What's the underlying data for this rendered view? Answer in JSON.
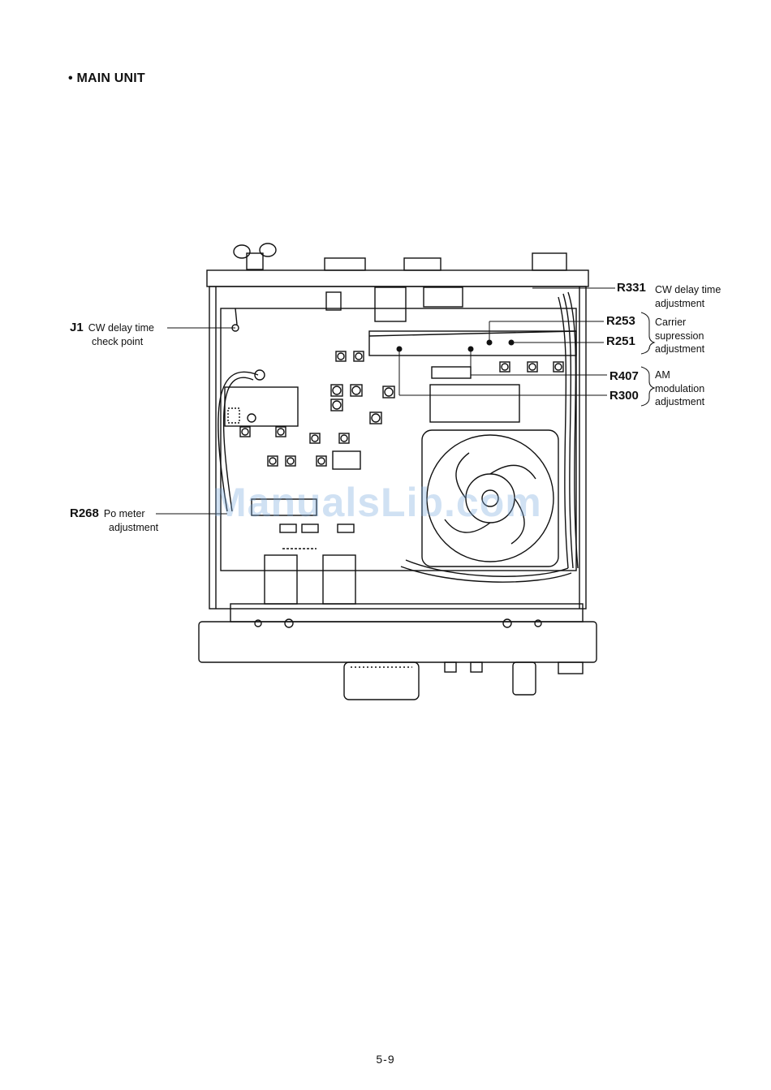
{
  "section_title": "• MAIN UNIT",
  "watermark": "ManualsLib.com",
  "page_number": "5-9",
  "callouts": {
    "j1": {
      "ref": "J1",
      "line1": "CW delay time",
      "line2": "check point"
    },
    "r268": {
      "ref": "R268",
      "line1": "Po meter",
      "line2": "adjustment"
    },
    "r331": {
      "ref": "R331",
      "line1": "CW delay time",
      "line2": "adjustment"
    },
    "r253": {
      "ref": "R253"
    },
    "r251": {
      "ref": "R251"
    },
    "carrier": {
      "line1": "Carrier",
      "line2": "supression",
      "line3": "adjustment"
    },
    "r407": {
      "ref": "R407"
    },
    "r300": {
      "ref": "R300"
    },
    "am": {
      "line1": "AM",
      "line2": "modulation",
      "line3": "adjustment"
    }
  }
}
